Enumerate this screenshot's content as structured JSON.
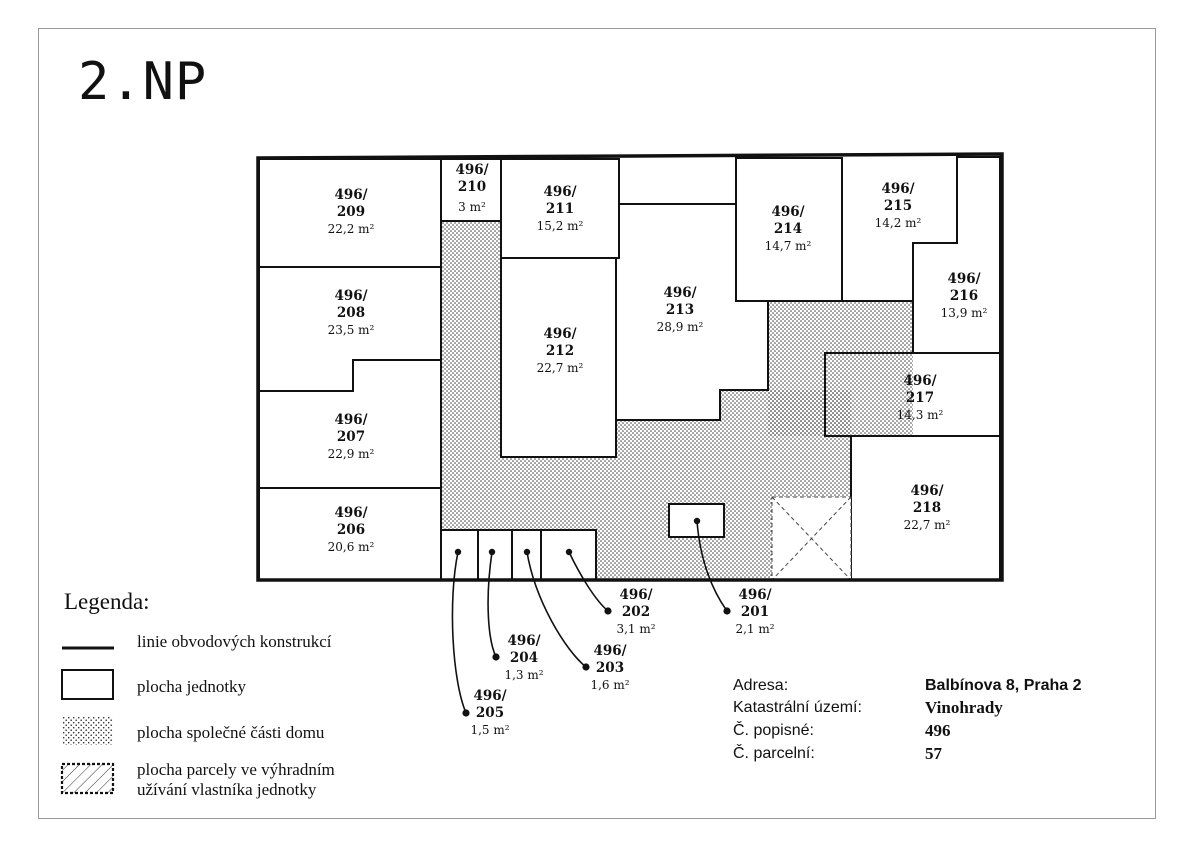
{
  "floor_title": "2.NP",
  "units": [
    {
      "id": "209",
      "code_line1": "496/",
      "code_line2": "209",
      "area": "22,2 m²"
    },
    {
      "id": "210",
      "code_line1": "496/",
      "code_line2": "210",
      "area": "3 m²"
    },
    {
      "id": "211",
      "code_line1": "496/",
      "code_line2": "211",
      "area": "15,2 m²"
    },
    {
      "id": "214",
      "code_line1": "496/",
      "code_line2": "214",
      "area": "14,7 m²"
    },
    {
      "id": "215",
      "code_line1": "496/",
      "code_line2": "215",
      "area": "14,2 m²"
    },
    {
      "id": "208",
      "code_line1": "496/",
      "code_line2": "208",
      "area": "23,5 m²"
    },
    {
      "id": "213",
      "code_line1": "496/",
      "code_line2": "213",
      "area": "28,9 m²"
    },
    {
      "id": "216",
      "code_line1": "496/",
      "code_line2": "216",
      "area": "13,9 m²"
    },
    {
      "id": "212",
      "code_line1": "496/",
      "code_line2": "212",
      "area": "22,7 m²"
    },
    {
      "id": "217",
      "code_line1": "496/",
      "code_line2": "217",
      "area": "14,3 m²"
    },
    {
      "id": "207",
      "code_line1": "496/",
      "code_line2": "207",
      "area": "22,9 m²"
    },
    {
      "id": "218",
      "code_line1": "496/",
      "code_line2": "218",
      "area": "22,7 m²"
    },
    {
      "id": "206",
      "code_line1": "496/",
      "code_line2": "206",
      "area": "20,6 m²"
    },
    {
      "id": "202",
      "code_line1": "496/",
      "code_line2": "202",
      "area": "3,1 m²"
    },
    {
      "id": "201",
      "code_line1": "496/",
      "code_line2": "201",
      "area": "2,1 m²"
    },
    {
      "id": "204",
      "code_line1": "496/",
      "code_line2": "204",
      "area": "1,3 m²"
    },
    {
      "id": "203",
      "code_line1": "496/",
      "code_line2": "203",
      "area": "1,6 m²"
    },
    {
      "id": "205",
      "code_line1": "496/",
      "code_line2": "205",
      "area": "1,5 m²"
    }
  ],
  "legend": {
    "title": "Legenda:",
    "items": [
      {
        "symbol": "thick-line",
        "label": "linie obvodových konstrukcí"
      },
      {
        "symbol": "empty-box",
        "label": "plocha jednotky"
      },
      {
        "symbol": "dotted-box",
        "label": "plocha společné části domu"
      },
      {
        "symbol": "hatched-box",
        "label": "plocha parcely ve výhradním užívání vlastníka jednotky"
      }
    ]
  },
  "address": {
    "address_label": "Adresa:",
    "address_value": "Balbínova 8, Praha 2",
    "cadastral_label": "Katastrální území:",
    "cadastral_value": "Vinohrady",
    "descriptive_no_label": "Č. popisné:",
    "descriptive_no_value": "496",
    "parcel_no_label": "Č. parcelní:",
    "parcel_no_value": "57"
  },
  "colors": {
    "line": "#111111",
    "dots": "#333333",
    "frame": "#9a9a9a"
  }
}
